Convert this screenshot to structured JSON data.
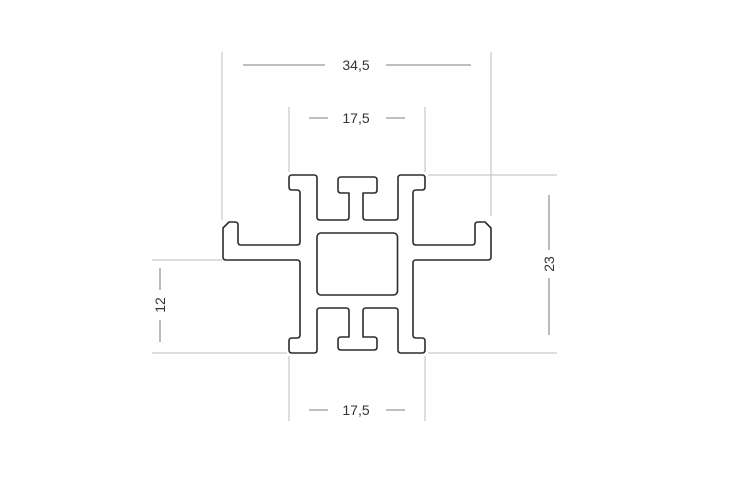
{
  "dimensions": {
    "overall_width": "34,5",
    "top_inner_width": "17,5",
    "bottom_inner_width": "17,5",
    "height": "23",
    "left_height": "12"
  },
  "colors": {
    "profile_stroke": "#2b2b2b",
    "extension_line": "#bdbdbd"
  }
}
